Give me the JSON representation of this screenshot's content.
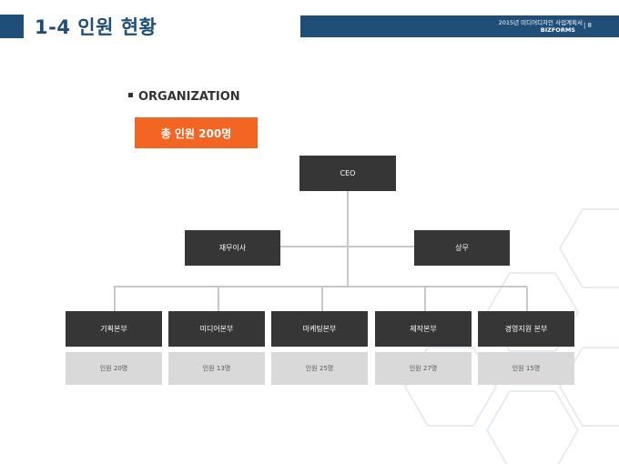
{
  "header": {
    "title": "1-4 인원 현황",
    "subtitle_line1": "2015년 미디어디자인 사업계획서",
    "subtitle_line2": "BIZFORMS",
    "page": "| 8"
  },
  "section_label": "ORGANIZATION",
  "total_badge": "총 인원 200명",
  "colors": {
    "brand": "#1f4e79",
    "accent": "#f26522",
    "node": "#363636",
    "count_box": "#d9d9d9",
    "connector": "#c8c8c8"
  },
  "org": {
    "ceo": "CEO",
    "execs": [
      "재무이사",
      "상무"
    ],
    "divisions": [
      {
        "name": "기획본부",
        "count": "인원 20명"
      },
      {
        "name": "미디어본부",
        "count": "인원 13명"
      },
      {
        "name": "마케팅본부",
        "count": "인원 25명"
      },
      {
        "name": "제작본부",
        "count": "인원 27명"
      },
      {
        "name": "경영지원 본부",
        "count": "인원 15명"
      }
    ]
  }
}
